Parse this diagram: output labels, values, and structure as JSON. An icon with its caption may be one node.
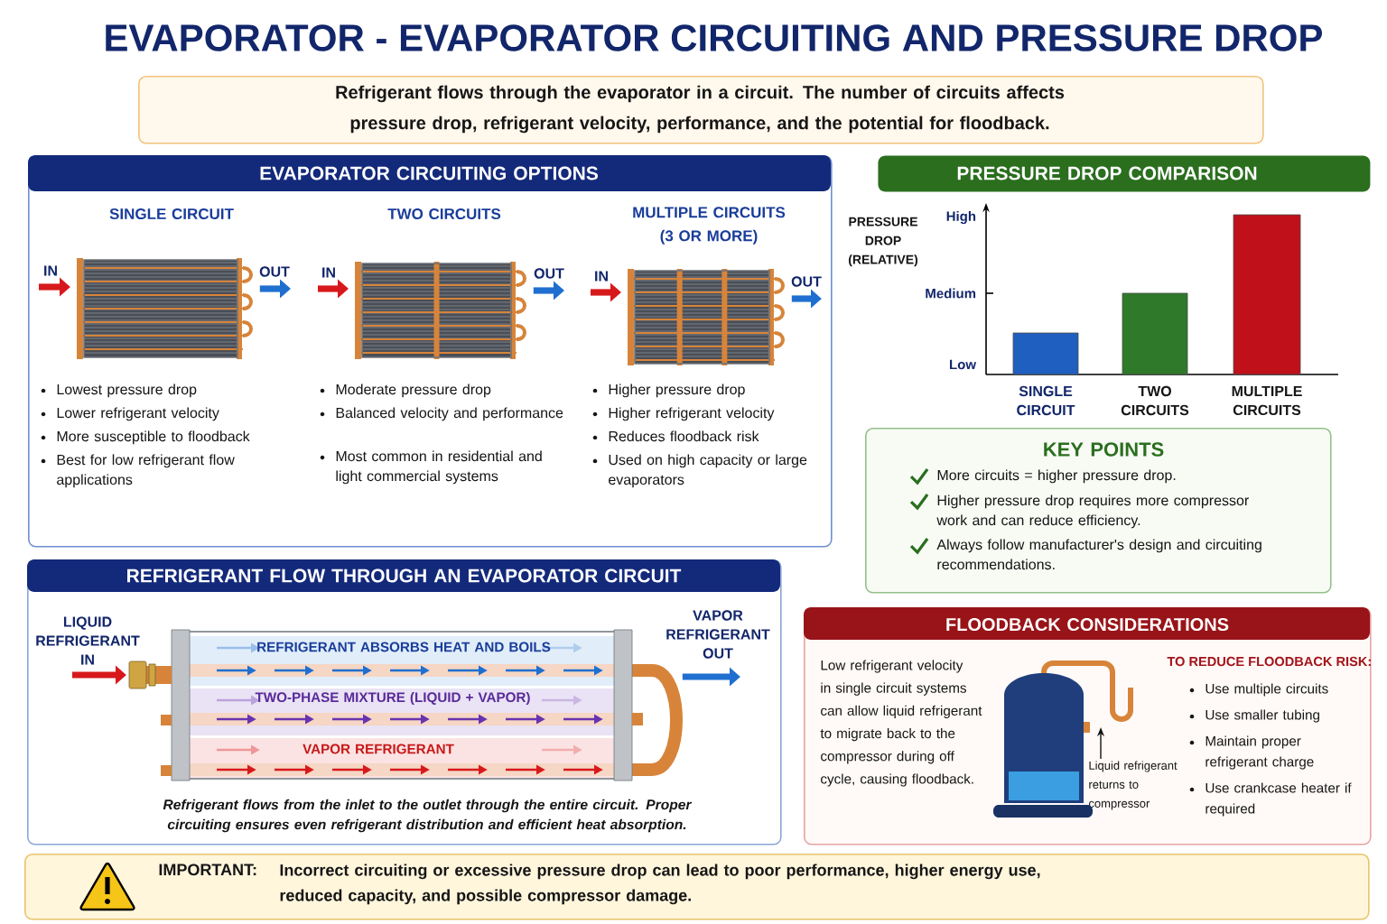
{
  "diagram": {
    "title": "EVAPORATOR - EVAPORATOR CIRCUITING AND PRESSURE DROP",
    "nodes": [
      {
        "text": [
          "Refrigerant flows through the evaporator in a circuit. The number of circuits affects pressure drop, refrigerant velocity, performance, and the potential for floodback."
        ]
      },
      {
        "text": [
          "EVAPORATOR CIRCUITING OPTIONS",
          "SINGLE CIRCUIT",
          "Lowest pressure drop",
          "Lower refrigerant velocity",
          "More susceptible to floodback",
          "Best for low refrigerant flow applications",
          "TWO CIRCUITS",
          "Moderate pressure drop",
          "Balanced velocity and performance",
          "Most common in residential and light commercial systems",
          "MULTIPLE CIRCUITS (3 OR MORE)",
          "Higher pressure drop",
          "Higher refrigerant velocity",
          "Reduces floodback risk",
          "Used on high capacity or large evaporators"
        ]
      },
      {
        "text": [],
        "shape": "picture",
        "in": 1
      },
      {
        "text": [],
        "shape": "picture",
        "in": 1
      },
      {
        "text": [],
        "shape": "picture",
        "in": 1
      },
      {
        "text": [
          "PRESSURE DROP COMPARISON"
        ]
      },
      {
        "text": [
          "KEY POINTS",
          "More circuits = higher pressure drop.",
          "Higher pressure drop requires more compressor work and can reduce efficiency.",
          "Always follow manufacturer's design and circuiting recommendations."
        ]
      },
      {
        "text": [
          "REFRIGERANT FLOW THROUGH AN EVAPORATOR CIRCUIT",
          "Refrigerant flows from the inlet to the outlet through the entire circuit. Proper circuiting ensures even refrigerant distribution and efficient heat absorption."
        ]
      },
      {
        "text": [],
        "shape": "picture",
        "in": 7
      },
      {
        "text": [
          "FLOODBACK CONSIDERATIONS",
          "Low refrigerant velocity in single circuit systems can allow liquid refrigerant to migrate back to the compressor during off cycle, causing floodback.",
          "TO REDUCE FLOODBACK RISK:",
          "Use multiple circuits",
          "Use smaller tubing",
          "Maintain proper refrigerant charge",
          "Use crankcase heater if required"
        ]
      },
      {
        "text": [
          "Liquid refrigerant returns to compressor"
        ],
        "in": 9
      },
      {
        "text": [
          "IMPORTANT:",
          "Incorrect circuiting or excessive pressure drop can lead to poor performance, higher energy use, reduced capacity, and possible compressor damage."
        ]
      }
    ],
    "edges": [
      {
        "from": null,
        "to": 2,
        "arrow": "to",
        "label": "IN",
        "color": "#d7191c"
      },
      {
        "from": 2,
        "to": null,
        "arrow": "to",
        "label": "OUT",
        "color": "#1f6fd0"
      },
      {
        "from": null,
        "to": 3,
        "arrow": "to",
        "label": "IN",
        "color": "#d7191c"
      },
      {
        "from": 3,
        "to": null,
        "arrow": "to",
        "label": "OUT",
        "color": "#1f6fd0"
      },
      {
        "from": null,
        "to": 4,
        "arrow": "to",
        "label": "IN",
        "color": "#d7191c"
      },
      {
        "from": 4,
        "to": null,
        "arrow": "to",
        "label": "OUT",
        "color": "#1f6fd0"
      },
      {
        "from": null,
        "to": 8,
        "arrow": "to",
        "label": "LIQUID REFRIGERANT IN",
        "color": "#d7191c"
      },
      {
        "from": 8,
        "to": null,
        "arrow": "to",
        "label": "VAPOR REFRIGERANT OUT",
        "color": "#1f6fd0"
      },
      {
        "from": 10,
        "to": null,
        "arrow": "to",
        "color": "#111111"
      }
    ],
    "labels": [
      "REFRIGERANT ABSORBS HEAT AND BOILS",
      "TWO-PHASE MIXTURE (LIQUID + VAPOR)",
      "VAPOR REFRIGERANT",
      "PRESSURE DROP (RELATIVE)",
      "High",
      "Medium",
      "Low",
      "SINGLE CIRCUIT",
      "TWO CIRCUITS",
      "MULTIPLE CIRCUITS"
    ]
  }
}
